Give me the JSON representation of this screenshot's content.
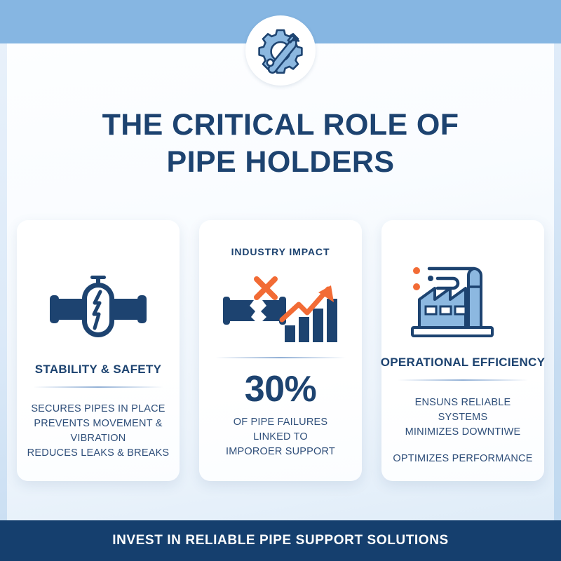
{
  "header": {
    "logo_icon": "gear-wrench-icon"
  },
  "title": {
    "line1": "THE CRITICAL ROLE OF",
    "line2": "PIPE HOLDERS"
  },
  "cards": [
    {
      "id": "stability-safety",
      "kicker": "",
      "icon": "pipe-flange-valve-icon",
      "heading": "STABILITY & SAFETY",
      "lines": [
        "SECURES PIPES IN PLACE",
        "PREVENTS MOVEMENT &",
        "VIBRATION",
        "REDUCES LEAKS & BREAKS"
      ]
    },
    {
      "id": "industry-impact",
      "kicker": "INDUSTRY IMPACT",
      "icon": "broken-pipe-bar-chart-icon",
      "stat_number": "30%",
      "caption_lines": [
        "OF PIPE FAILURES",
        "LINKED TO",
        "IMPOROER SUPPORT"
      ]
    },
    {
      "id": "operational-efficiency",
      "kicker": "",
      "icon": "factory-icon",
      "heading": "OPERATIONAL EFFICIENCY",
      "lines": [
        "ENSUNS RELIABLE SYSTEMS",
        "MINIMIZES DOWNTIWE",
        "OPTIMIZES PERFORMANCE"
      ]
    }
  ],
  "footer": {
    "text": "INVEST IN RELIABLE PIPE SUPPORT SOLUTIONS"
  },
  "colors": {
    "top_band": "#86b6e2",
    "navy": "#1d4370",
    "body_text": "#2f4f7a",
    "footer_bg": "#153f6e",
    "accent_orange": "#f26b35",
    "icon_light_blue": "#8cb8e0"
  }
}
